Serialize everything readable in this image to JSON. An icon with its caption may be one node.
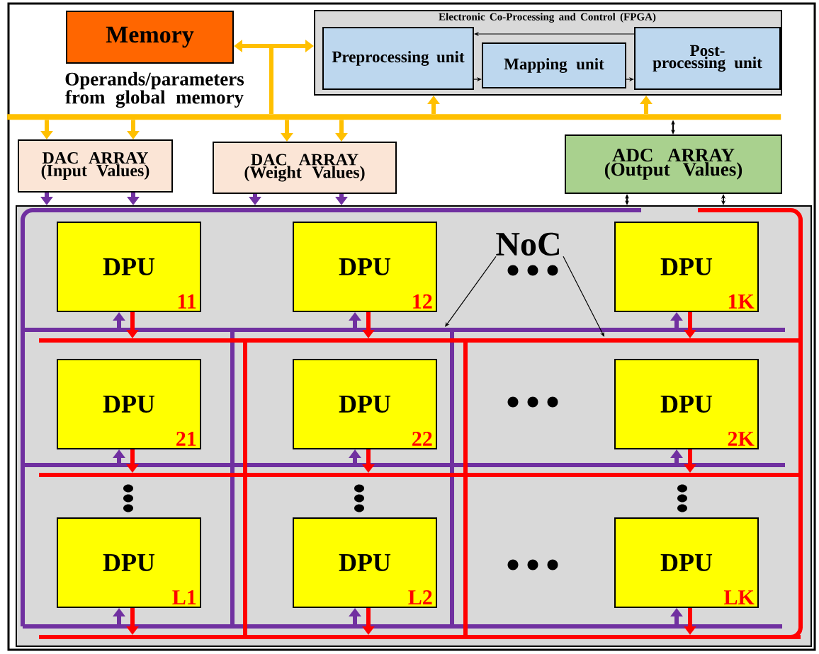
{
  "diagram": {
    "nodes": [
      {
        "text": [
          "Memory"
        ],
        "beside": [
          "Operands/parameters from global memory"
        ]
      },
      {
        "text": [
          "Electronic Co-Processing and Control (FPGA)"
        ]
      },
      {
        "text": [
          "Preprocessing unit"
        ],
        "in": 1
      },
      {
        "text": [
          "Mapping unit"
        ],
        "in": 1
      },
      {
        "text": [
          "Post-processing unit"
        ],
        "in": 1
      },
      {
        "text": [],
        "shape": "bar"
      },
      {
        "text": [
          "DAC ARRAY (Input Values)"
        ]
      },
      {
        "text": [
          "DAC ARRAY (Weight Values)"
        ]
      },
      {
        "text": [
          "ADC ARRAY (Output Values)"
        ]
      },
      {
        "text": [],
        "shape": "box"
      },
      {
        "text": [
          "DPU",
          "11"
        ],
        "in": 9
      },
      {
        "text": [
          "DPU",
          "12"
        ],
        "in": 9
      },
      {
        "text": [
          "DPU",
          "1K"
        ],
        "in": 9
      },
      {
        "text": [
          "DPU",
          "21"
        ],
        "in": 9
      },
      {
        "text": [
          "DPU",
          "22"
        ],
        "in": 9
      },
      {
        "text": [
          "DPU",
          "2K"
        ],
        "in": 9
      },
      {
        "text": [
          "DPU",
          "L1"
        ],
        "in": 9
      },
      {
        "text": [
          "DPU",
          "L2"
        ],
        "in": 9
      },
      {
        "text": [
          "DPU",
          "LK"
        ],
        "in": 9
      },
      {
        "text": [
          "NoC"
        ],
        "in": 9
      }
    ],
    "edges": [
      {
        "from": 5,
        "to": 0,
        "arrow": "to",
        "color": "#ffc000"
      },
      {
        "from": 5,
        "to": 1,
        "arrow": "to",
        "color": "#ffc000"
      },
      {
        "from": 5,
        "to": 6,
        "arrow": "to",
        "color": "#ffc000"
      },
      {
        "from": 5,
        "to": 6,
        "arrow": "to",
        "color": "#ffc000"
      },
      {
        "from": 5,
        "to": 7,
        "arrow": "to",
        "color": "#ffc000"
      },
      {
        "from": 5,
        "to": 7,
        "arrow": "to",
        "color": "#ffc000"
      },
      {
        "from": 5,
        "to": 1,
        "arrow": "to",
        "color": "#ffc000"
      },
      {
        "from": 5,
        "to": 1,
        "arrow": "to",
        "color": "#ffc000"
      },
      {
        "from": 8,
        "to": 5,
        "arrow": "both",
        "color": "#000000"
      },
      {
        "from": 2,
        "to": 3,
        "arrow": "to",
        "color": "#000000"
      },
      {
        "from": 3,
        "to": 4,
        "arrow": "to",
        "color": "#000000"
      },
      {
        "from": 4,
        "to": 2,
        "arrow": "to",
        "color": "#000000"
      },
      {
        "from": 6,
        "to": 9,
        "arrow": "to"
      },
      {
        "from": 6,
        "to": 9,
        "arrow": "to"
      },
      {
        "from": 7,
        "to": 9,
        "arrow": "to"
      },
      {
        "from": 7,
        "to": 9,
        "arrow": "to"
      },
      {
        "from": 8,
        "to": 9,
        "arrow": "both",
        "color": "#000000"
      },
      {
        "from": 8,
        "to": 9,
        "arrow": "both",
        "color": "#000000"
      },
      {
        "from": null,
        "to": 10,
        "arrow": "to"
      },
      {
        "from": 10,
        "to": null,
        "arrow": "to",
        "color": "#ff0000"
      },
      {
        "from": null,
        "to": 11,
        "arrow": "to"
      },
      {
        "from": 11,
        "to": null,
        "arrow": "to",
        "color": "#ff0000"
      },
      {
        "from": null,
        "to": 12,
        "arrow": "to"
      },
      {
        "from": 12,
        "to": null,
        "arrow": "to",
        "color": "#ff0000"
      },
      {
        "from": null,
        "to": 13,
        "arrow": "to"
      },
      {
        "from": 13,
        "to": null,
        "arrow": "to",
        "color": "#ff0000"
      },
      {
        "from": null,
        "to": 14,
        "arrow": "to"
      },
      {
        "from": 14,
        "to": null,
        "arrow": "to",
        "color": "#ff0000"
      },
      {
        "from": null,
        "to": 15,
        "arrow": "to"
      },
      {
        "from": 15,
        "to": null,
        "arrow": "to",
        "color": "#ff0000"
      },
      {
        "from": null,
        "to": 16,
        "arrow": "to"
      },
      {
        "from": 16,
        "to": null,
        "arrow": "to",
        "color": "#ff0000"
      },
      {
        "from": null,
        "to": 17,
        "arrow": "to"
      },
      {
        "from": 17,
        "to": null,
        "arrow": "to",
        "color": "#ff0000"
      },
      {
        "from": null,
        "to": 18,
        "arrow": "to"
      },
      {
        "from": 18,
        "to": null,
        "arrow": "to",
        "color": "#ff0000"
      },
      {
        "from": 19,
        "to": null,
        "arrow": "to",
        "color": "#000000"
      },
      {
        "from": 19,
        "to": null,
        "arrow": "to",
        "color": "#000000"
      }
    ]
  }
}
